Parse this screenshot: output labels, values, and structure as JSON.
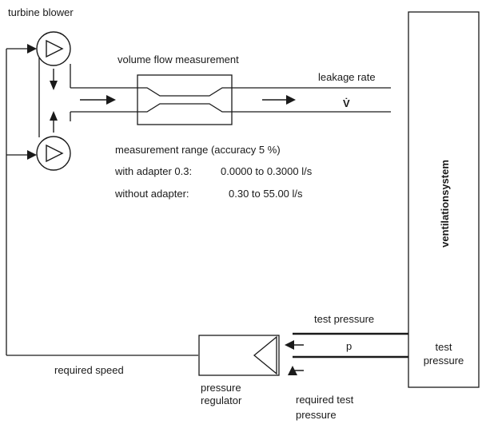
{
  "diagram": {
    "blower_label": "turbine blower",
    "flow_label": "volume flow measurement",
    "leakage_label": "leakage rate",
    "vdot_symbol": "V̇",
    "range_title": "measurement range (accuracy 5 %)",
    "range_with_label": "with adapter 0.3:",
    "range_with_value": "0.0000 to 0.3000 l/s",
    "range_without_label": "without adapter:",
    "range_without_value": "0.30 to 55.00 l/s",
    "system_label": "ventilationsystem",
    "test_pressure_label": "test pressure",
    "p_symbol": "p",
    "test_pressure_right_line1": "test",
    "test_pressure_right_line2": "pressure",
    "speed_label": "required speed",
    "regulator_line1": "pressure",
    "regulator_line2": "regulator",
    "required_test_line1": "required test",
    "required_test_line2": "pressure"
  }
}
